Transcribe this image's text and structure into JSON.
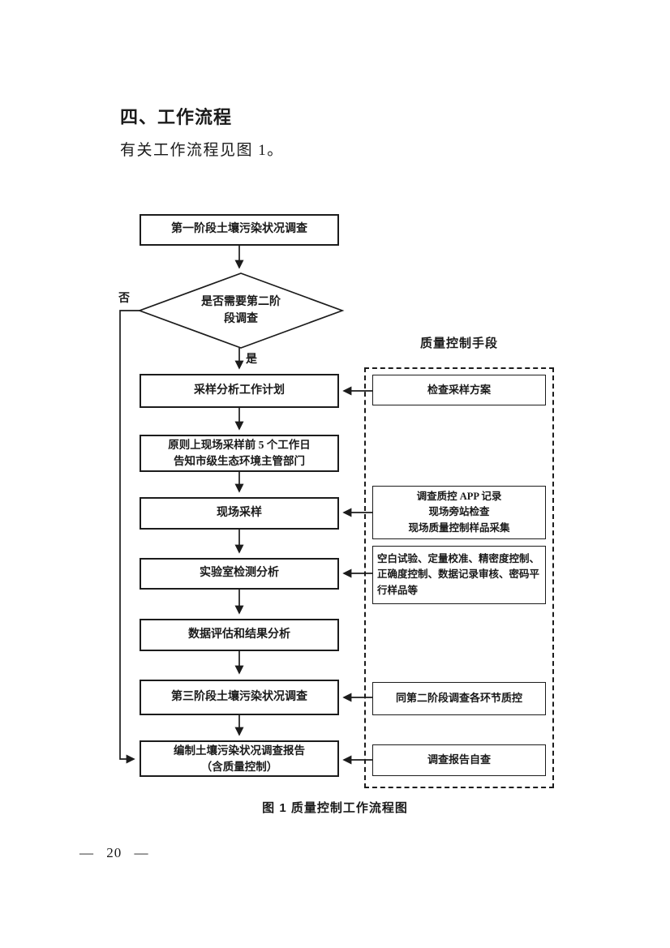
{
  "page": {
    "heading": "四、工作流程",
    "intro": "有关工作流程见图 1。",
    "caption": "图 1  质量控制工作流程图",
    "page_number": "— 20 —"
  },
  "flow": {
    "qc_title": "质量控制手段",
    "decision": "是否需要第二阶\n段调查",
    "no_label": "否",
    "yes_label": "是",
    "main_steps": [
      "第一阶段土壤污染状况调查",
      "采样分析工作计划",
      "原则上现场采样前 5 个工作日\n告知市级生态环境主管部门",
      "现场采样",
      "实验室检测分析",
      "数据评估和结果分析",
      "第三阶段土壤污染状况调查",
      "编制土壤污染状况调查报告\n（含质量控制）"
    ],
    "qc_steps": [
      "检查采样方案",
      "调查质控 APP 记录\n现场旁站检查\n现场质量控制样品采集",
      "空白试验、定量校准、精密度控制、\n正确度控制、数据记录审核、密码平\n行样品等",
      "同第二阶段调查各环节质控",
      "调查报告自查"
    ]
  }
}
